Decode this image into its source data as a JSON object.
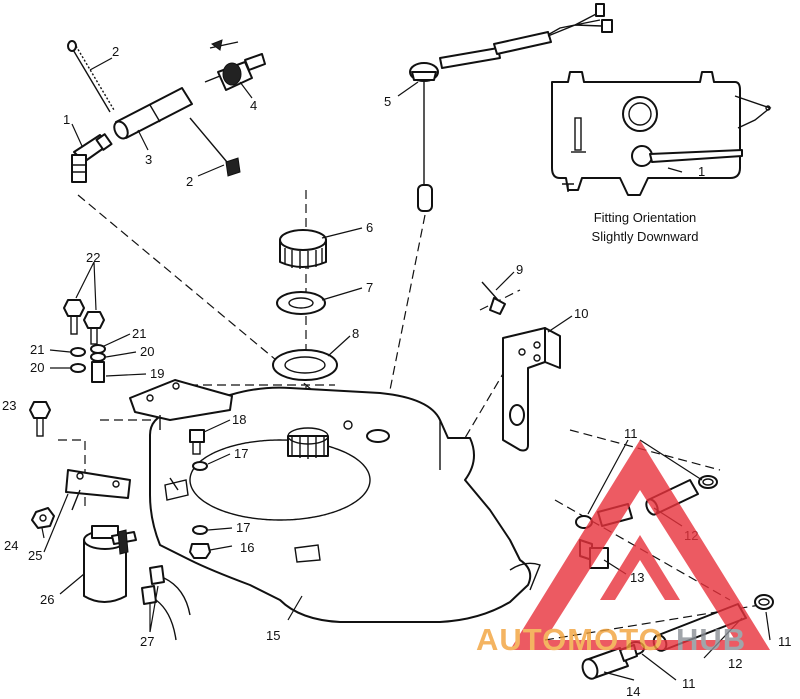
{
  "note": {
    "line1": "Fitting Orientation",
    "line2": "Slightly Downward",
    "inset_callout": "1"
  },
  "callouts": [
    {
      "id": "c2a",
      "label": "2"
    },
    {
      "id": "c1",
      "label": "1"
    },
    {
      "id": "c3",
      "label": "3"
    },
    {
      "id": "c4",
      "label": "4"
    },
    {
      "id": "c2b",
      "label": "2"
    },
    {
      "id": "c5",
      "label": "5"
    },
    {
      "id": "c6",
      "label": "6"
    },
    {
      "id": "c7",
      "label": "7"
    },
    {
      "id": "c8",
      "label": "8"
    },
    {
      "id": "c9",
      "label": "9"
    },
    {
      "id": "c10",
      "label": "10"
    },
    {
      "id": "c22",
      "label": "22"
    },
    {
      "id": "c21a",
      "label": "21"
    },
    {
      "id": "c21b",
      "label": "21"
    },
    {
      "id": "c20a",
      "label": "20"
    },
    {
      "id": "c20b",
      "label": "20"
    },
    {
      "id": "c19",
      "label": "19"
    },
    {
      "id": "c23",
      "label": "23"
    },
    {
      "id": "c18",
      "label": "18"
    },
    {
      "id": "c17a",
      "label": "17"
    },
    {
      "id": "c17b",
      "label": "17"
    },
    {
      "id": "c16",
      "label": "16"
    },
    {
      "id": "c24",
      "label": "24"
    },
    {
      "id": "c25",
      "label": "25"
    },
    {
      "id": "c26",
      "label": "26"
    },
    {
      "id": "c27",
      "label": "27"
    },
    {
      "id": "c15",
      "label": "15"
    },
    {
      "id": "c11a",
      "label": "11"
    },
    {
      "id": "c12a",
      "label": "12"
    },
    {
      "id": "c13",
      "label": "13"
    },
    {
      "id": "c11b",
      "label": "11"
    },
    {
      "id": "c12b",
      "label": "12"
    },
    {
      "id": "c11c",
      "label": "11"
    },
    {
      "id": "c14",
      "label": "14"
    }
  ],
  "watermark": {
    "part1": "AUTOMOTO",
    "part2": "HUB",
    "color_red": "#e8323c",
    "color_orange": "#f2a23a",
    "color_grey": "#8a8f96"
  }
}
